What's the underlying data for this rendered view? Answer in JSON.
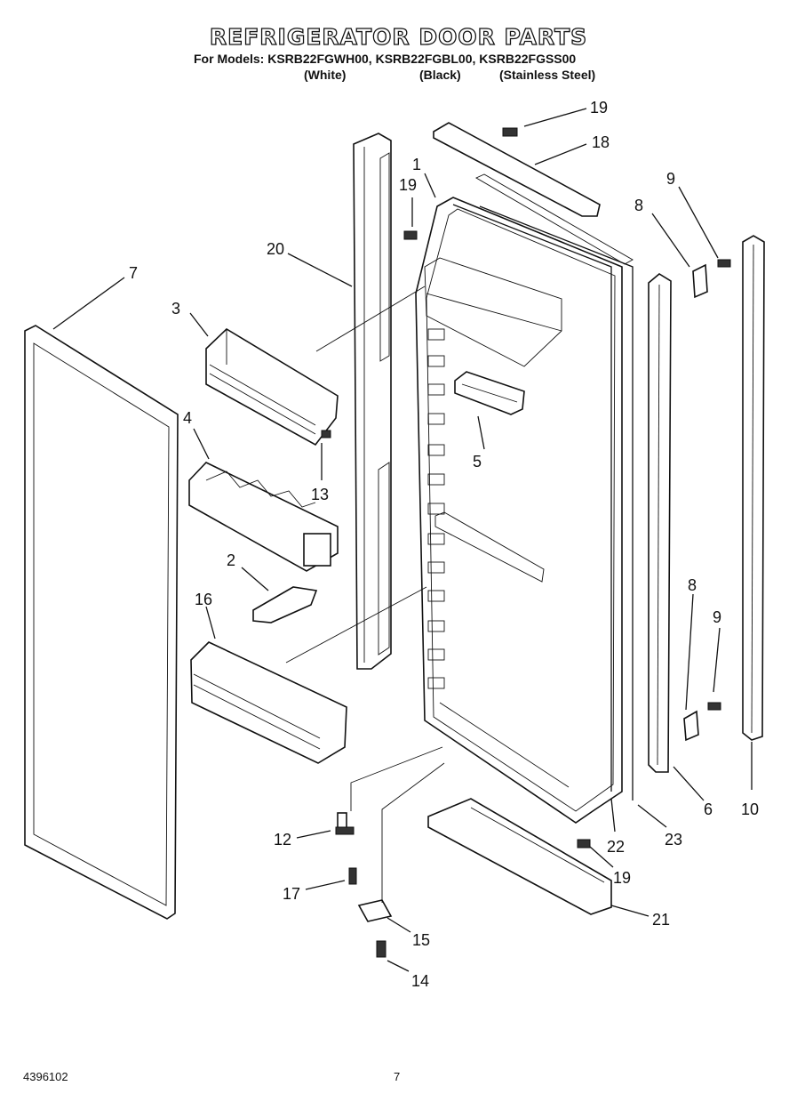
{
  "header": {
    "title": "REFRIGERATOR DOOR PARTS",
    "models_line": "For Models: KSRB22FGWH00, KSRB22FGBL00, KSRB22FGSS00",
    "variants": [
      "(White)",
      "(Black)",
      "(Stainless Steel)"
    ]
  },
  "footer": {
    "doc_id": "4396102",
    "page": "7"
  },
  "callouts": [
    "19",
    "18",
    "1",
    "19",
    "9",
    "8",
    "20",
    "7",
    "3",
    "5",
    "4",
    "13",
    "2",
    "16",
    "8",
    "9",
    "6",
    "10",
    "12",
    "22",
    "23",
    "19",
    "17",
    "21",
    "15",
    "14"
  ]
}
